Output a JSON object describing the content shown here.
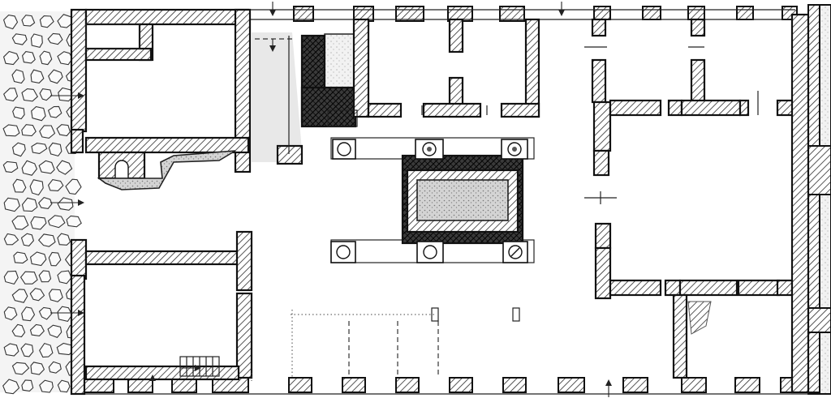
{
  "figure": {
    "kind": "architectural floor plan",
    "palette": {
      "ink": "#111111",
      "paper": "#ffffff",
      "hatch": "#2a2a2a",
      "stipple_fill": "#c9c9c9",
      "dark_masonry": "#1c1c1c"
    },
    "elements": {
      "rubble_foundation": "rubble-masonry-area",
      "walls": "hatched-wall-segments",
      "central_basin": "impluvium-basin",
      "column_bases": 6,
      "stair": "staircase",
      "access_arrows": 9
    }
  }
}
